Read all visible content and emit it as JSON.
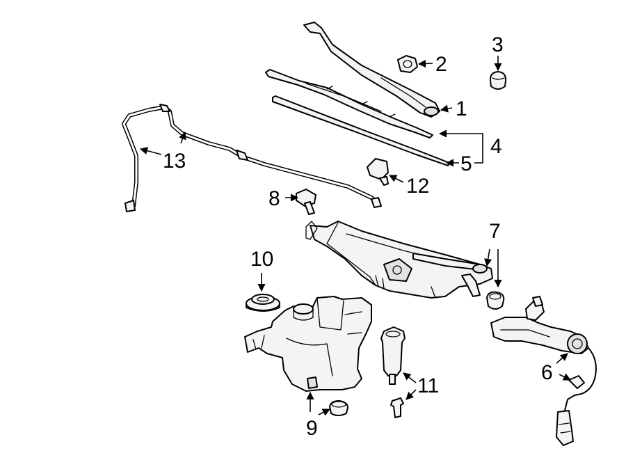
{
  "callouts": {
    "c1": "1",
    "c2": "2",
    "c3": "3",
    "c4": "4",
    "c5": "5",
    "c6": "6",
    "c7": "7",
    "c8": "8",
    "c9": "9",
    "c10": "10",
    "c11": "11",
    "c12": "12",
    "c13": "13"
  },
  "colors": {
    "line": "#000000",
    "part_fill": "#f4f4f4",
    "background": "#ffffff"
  }
}
